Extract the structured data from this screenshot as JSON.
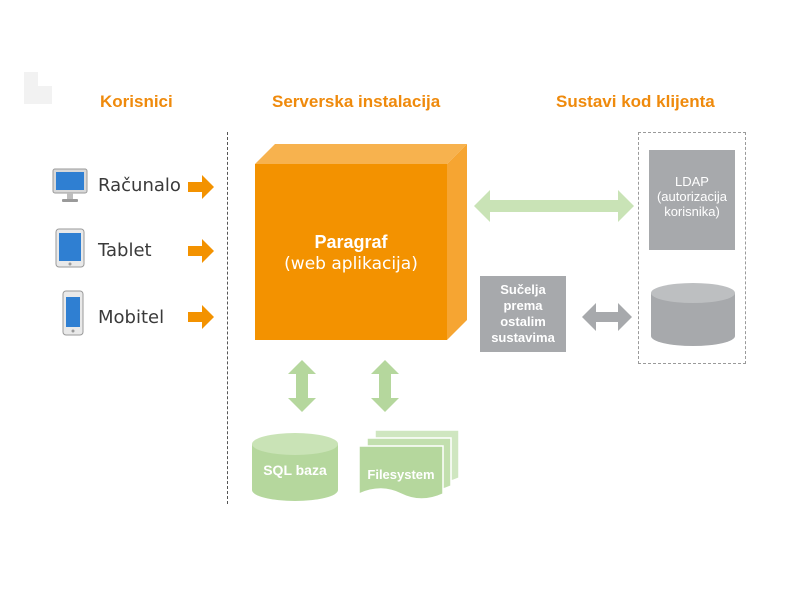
{
  "columns": {
    "users_heading": "Korisnici",
    "server_heading": "Serverska instalacija",
    "client_heading": "Sustavi kod klijenta"
  },
  "users": [
    {
      "label": "Računalo",
      "icon": "computer-icon"
    },
    {
      "label": "Tablet",
      "icon": "tablet-icon"
    },
    {
      "label": "Mobitel",
      "icon": "mobile-phone-icon"
    }
  ],
  "app": {
    "title": "Paragraf",
    "subtitle": "(web aplikacija)"
  },
  "storage": {
    "database": "SQL baza",
    "filesystem": "Filesystem"
  },
  "interfaces": {
    "line1": "Sučelja",
    "line2": "prema",
    "line3": "ostalim",
    "line4": "sustavima"
  },
  "client_systems": {
    "ldap_line1": "LDAP",
    "ldap_line2": "(autorizacija",
    "ldap_line3": "korisnika)"
  },
  "colors": {
    "orange": "#f39200",
    "orange_light": "#f7b24e",
    "green": "#b5d79d",
    "gray": "#a7a9ac"
  }
}
